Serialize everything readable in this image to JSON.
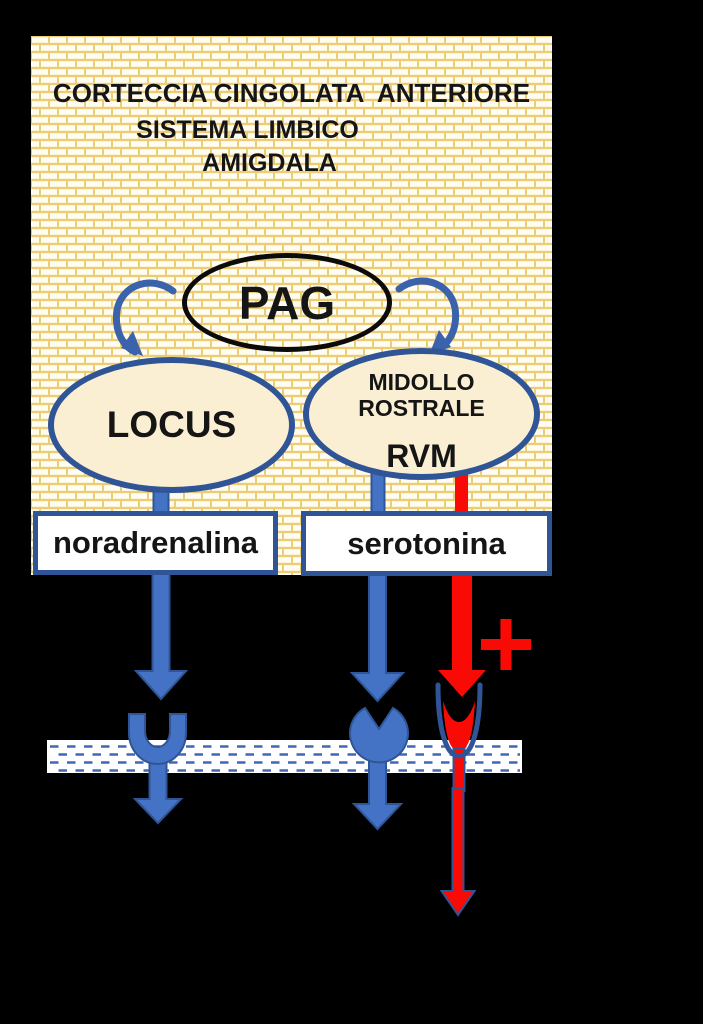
{
  "theme": {
    "background": "#000000",
    "brick_fill": "#FFFDF2",
    "brick_mortar": "#EDCC76",
    "accent_blue": "#4472C4",
    "outline_blue": "#2F5597",
    "arc_blue": "#3A63AC",
    "membrane_dash_blue": "#4068B4",
    "signal_red": "#FA0A05",
    "ellipse_fill": "#FAEFD2",
    "box_fill": "#FFFFFF",
    "text_color": "#151515"
  },
  "cortex_panel": {
    "line1": "CORTECCIA CINGOLATA  ANTERIORE",
    "line2": "SISTEMA LIMBICO",
    "line3": "AMIGDALA"
  },
  "nodes": {
    "pag": {
      "label": "PAG"
    },
    "locus": {
      "label": "LOCUS"
    },
    "rvm": {
      "line1": "MIDOLLO ROSTRALE",
      "line2": "RVM"
    }
  },
  "neurotransmitters": {
    "noradrenaline_label": "noradrenalina",
    "serotonin_label": "serotonina"
  },
  "annotations": {
    "plus_sign": "+"
  },
  "icons": {
    "left_receptor": "u-cup-receptor-icon",
    "middle_receptor": "notched-circle-receptor-icon",
    "right_receptor": "deep-cup-receptor-icon",
    "membrane": "dashed-membrane-band",
    "pag_arrows": "curved-arrow-icon",
    "descending_arrows": "block-down-arrow-icon"
  }
}
